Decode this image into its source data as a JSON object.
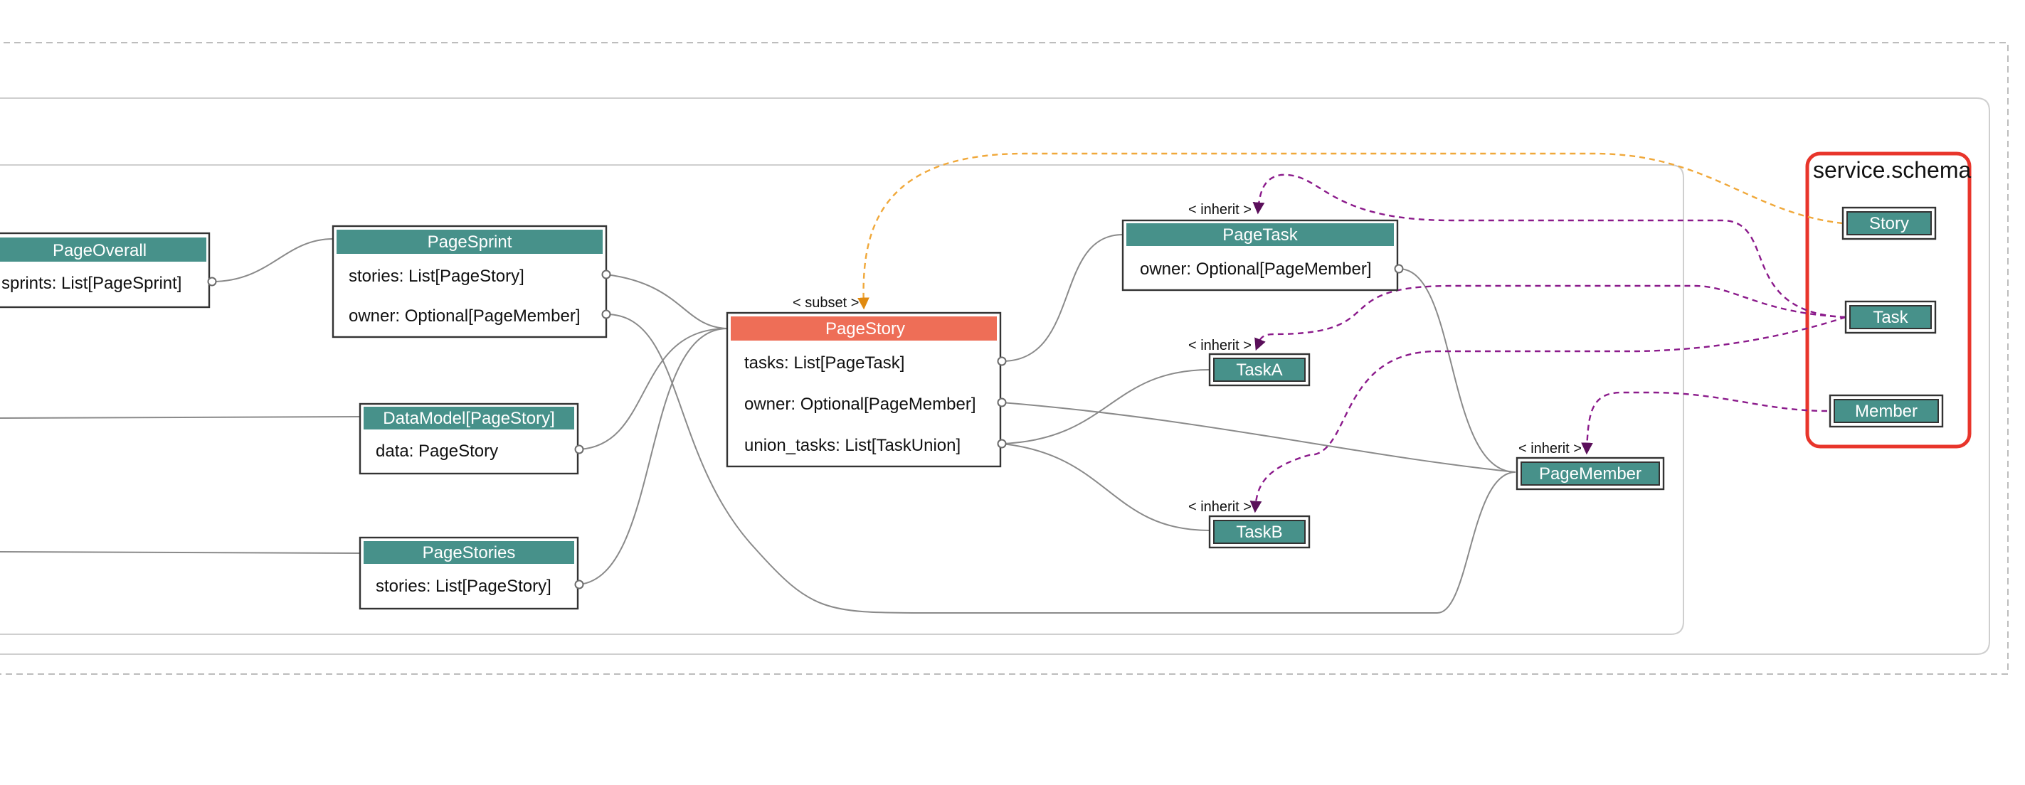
{
  "schema_cluster": {
    "title": "service.schema"
  },
  "nodes": {
    "page_overall": {
      "title": "PageOverall",
      "fields": [
        "sprints: List[PageSprint]"
      ]
    },
    "page_sprint": {
      "title": "PageSprint",
      "fields": [
        "stories: List[PageStory]",
        "owner: Optional[PageMember]"
      ]
    },
    "data_model": {
      "title": "DataModel[PageStory]",
      "fields": [
        "data: PageStory"
      ]
    },
    "page_stories": {
      "title": "PageStories",
      "fields": [
        "stories: List[PageStory]"
      ]
    },
    "page_story": {
      "title": "PageStory",
      "fields": [
        "tasks: List[PageTask]",
        "owner: Optional[PageMember]",
        "union_tasks: List[TaskUnion]"
      ]
    },
    "page_task": {
      "title": "PageTask",
      "fields": [
        "owner: Optional[PageMember]"
      ]
    },
    "task_a": {
      "title": "TaskA"
    },
    "task_b": {
      "title": "TaskB"
    },
    "page_member": {
      "title": "PageMember"
    },
    "story": {
      "title": "Story"
    },
    "task": {
      "title": "Task"
    },
    "member": {
      "title": "Member"
    }
  },
  "edge_labels": {
    "subset": "< subset >",
    "inherit_page_task": "< inherit >",
    "inherit_task_a": "< inherit >",
    "inherit_task_b": "< inherit >",
    "inherit_page_member": "< inherit >"
  },
  "colors": {
    "header_teal": "#47918a",
    "header_coral": "#ee6e57",
    "schema_border": "#e8352b",
    "inherit_edge": "#8b1a8b",
    "subset_edge": "#f0a83a"
  }
}
